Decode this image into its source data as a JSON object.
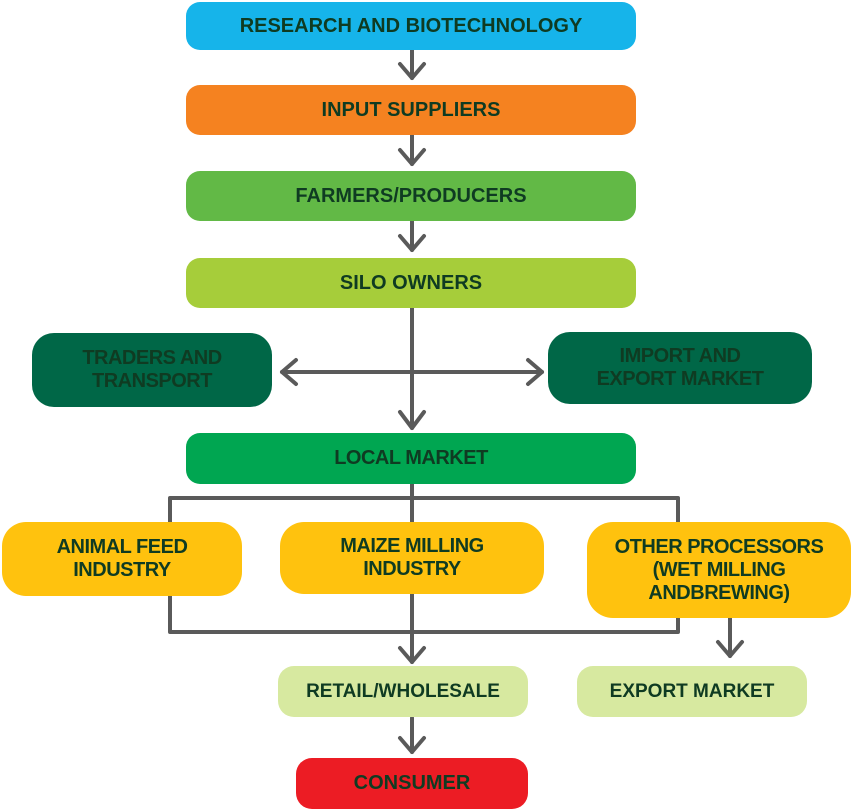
{
  "diagram": {
    "nodes": {
      "research": {
        "label": "RESEARCH AND BIOTECHNOLOGY",
        "color": "#16b4ea"
      },
      "input": {
        "label": "INPUT SUPPLIERS",
        "color": "#f58220"
      },
      "farmers": {
        "label": "FARMERS/PRODUCERS",
        "color": "#62b946"
      },
      "silo": {
        "label": "SILO OWNERS",
        "color": "#a6cd3a"
      },
      "traders": {
        "label": "TRADERS AND TRANSPORT",
        "line1": "TRADERS AND",
        "line2": "TRANSPORT",
        "color": "#006747"
      },
      "import_export": {
        "label": "IMPORT AND EXPORT MARKET",
        "line1": "IMPORT AND",
        "line2": "EXPORT MARKET",
        "color": "#006747"
      },
      "local": {
        "label": "LOCAL MARKET",
        "color": "#00a651"
      },
      "animal_feed": {
        "label": "ANIMAL FEED INDUSTRY",
        "line1": "ANIMAL FEED",
        "line2": "INDUSTRY",
        "color": "#ffc20e"
      },
      "maize_milling": {
        "label": "MAIZE MILLING INDUSTRY",
        "line1": "MAIZE MILLING",
        "line2": "INDUSTRY",
        "color": "#ffc20e"
      },
      "other_processors": {
        "label": "OTHER PROCESSORS (WET MILLING ANDBREWING)",
        "line1": "OTHER PROCESSORS",
        "line2": "(WET MILLING",
        "line3": "ANDBREWING)",
        "color": "#ffc20e"
      },
      "retail": {
        "label": "RETAIL/WHOLESALE",
        "color": "#d7e9a0"
      },
      "export_market": {
        "label": "EXPORT MARKET",
        "color": "#d7e9a0"
      },
      "consumer": {
        "label": "CONSUMER",
        "color": "#ec1c24"
      }
    },
    "edges": [
      [
        "research",
        "input"
      ],
      [
        "input",
        "farmers"
      ],
      [
        "farmers",
        "silo"
      ],
      [
        "silo",
        "traders"
      ],
      [
        "silo",
        "import_export"
      ],
      [
        "silo",
        "local"
      ],
      [
        "local",
        "animal_feed"
      ],
      [
        "local",
        "maize_milling"
      ],
      [
        "local",
        "other_processors"
      ],
      [
        "animal_feed",
        "retail"
      ],
      [
        "maize_milling",
        "retail"
      ],
      [
        "other_processors",
        "retail"
      ],
      [
        "other_processors",
        "export_market"
      ],
      [
        "retail",
        "consumer"
      ]
    ],
    "connector_color": "#5a5a5a"
  }
}
